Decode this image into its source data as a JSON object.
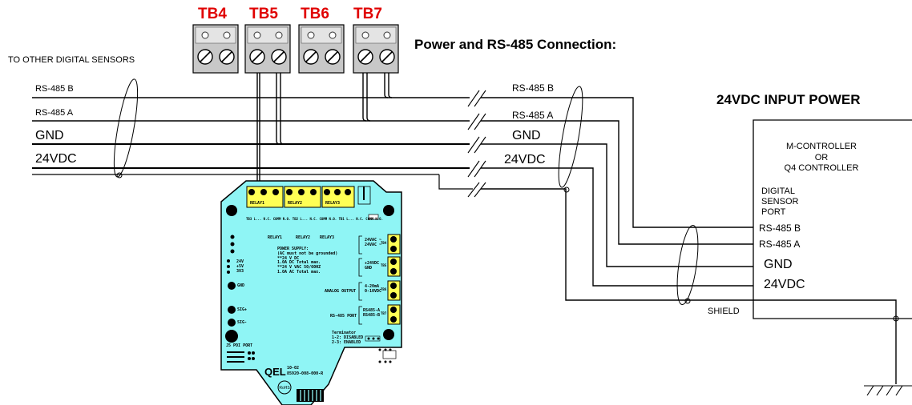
{
  "title": "Power and RS-485 Connection:",
  "terminal_blocks": [
    "TB4",
    "TB5",
    "TB6",
    "TB7"
  ],
  "left_bus": {
    "note": "TO OTHER DIGITAL SENSORS",
    "rs485_b": "RS-485 B",
    "rs485_a": "RS-485 A",
    "gnd": "GND",
    "vdc": "24VDC"
  },
  "mid_bus": {
    "rs485_b": "RS-485 B",
    "rs485_a": "RS-485 A",
    "gnd": "GND",
    "vdc": "24VDC"
  },
  "controller": {
    "power_label": "24VDC INPUT POWER",
    "name_line1": "M-CONTROLLER",
    "name_line2": "OR",
    "name_line3": "Q4 CONTROLLER",
    "port_line1": "DIGITAL",
    "port_line2": "SENSOR",
    "port_line3": "PORT",
    "rs485_b": "RS-485 B",
    "rs485_a": "RS-485 A",
    "gnd": "GND",
    "vdc": "24VDC",
    "shield": "SHIELD"
  },
  "board": {
    "relays": [
      "RELAY1",
      "RELAY2",
      "RELAY3"
    ],
    "relay_subs": [
      "RELAY1",
      "RELAY2",
      "RELAY3"
    ],
    "power_supply": "POWER SUPPLY:\n(AC must not be grounded)\n**24 V DC\n1.0A DC Total max.\n**24 V VAC 50/60HZ\n1.0A AC Total max.",
    "tb4_lines": "24VAC ~\n24VAC ~",
    "tb5_lines": "+24VDC\nGND",
    "tb6_lines": "4-20mA\n0-10VDC",
    "tb7_lines": "RS485-A\nRS485-B",
    "tb_side": [
      "TB4",
      "TB5",
      "TB6",
      "TB7"
    ],
    "analog_output": "ANALOG OUTPUT",
    "rs485_port": "RS-485 PORT",
    "leds": "24V\n+5V\n3V3",
    "gnd": "GND",
    "sig_plus": "SIG+",
    "sig_minus": "SIG-",
    "poi_port": "J5 POI PORT",
    "terminator": "Terminator\n1-2: DISABLED\n2-3: ENABLED",
    "brand": "QEL",
    "rev": "10-02",
    "part": "85920-008-000-R",
    "relay_contacts": "TB3  L... N.C.  COMM N.O.  TB2  L... N.C.  COMM N.O.  TB1  L... N.C.  COMM N.O."
  }
}
